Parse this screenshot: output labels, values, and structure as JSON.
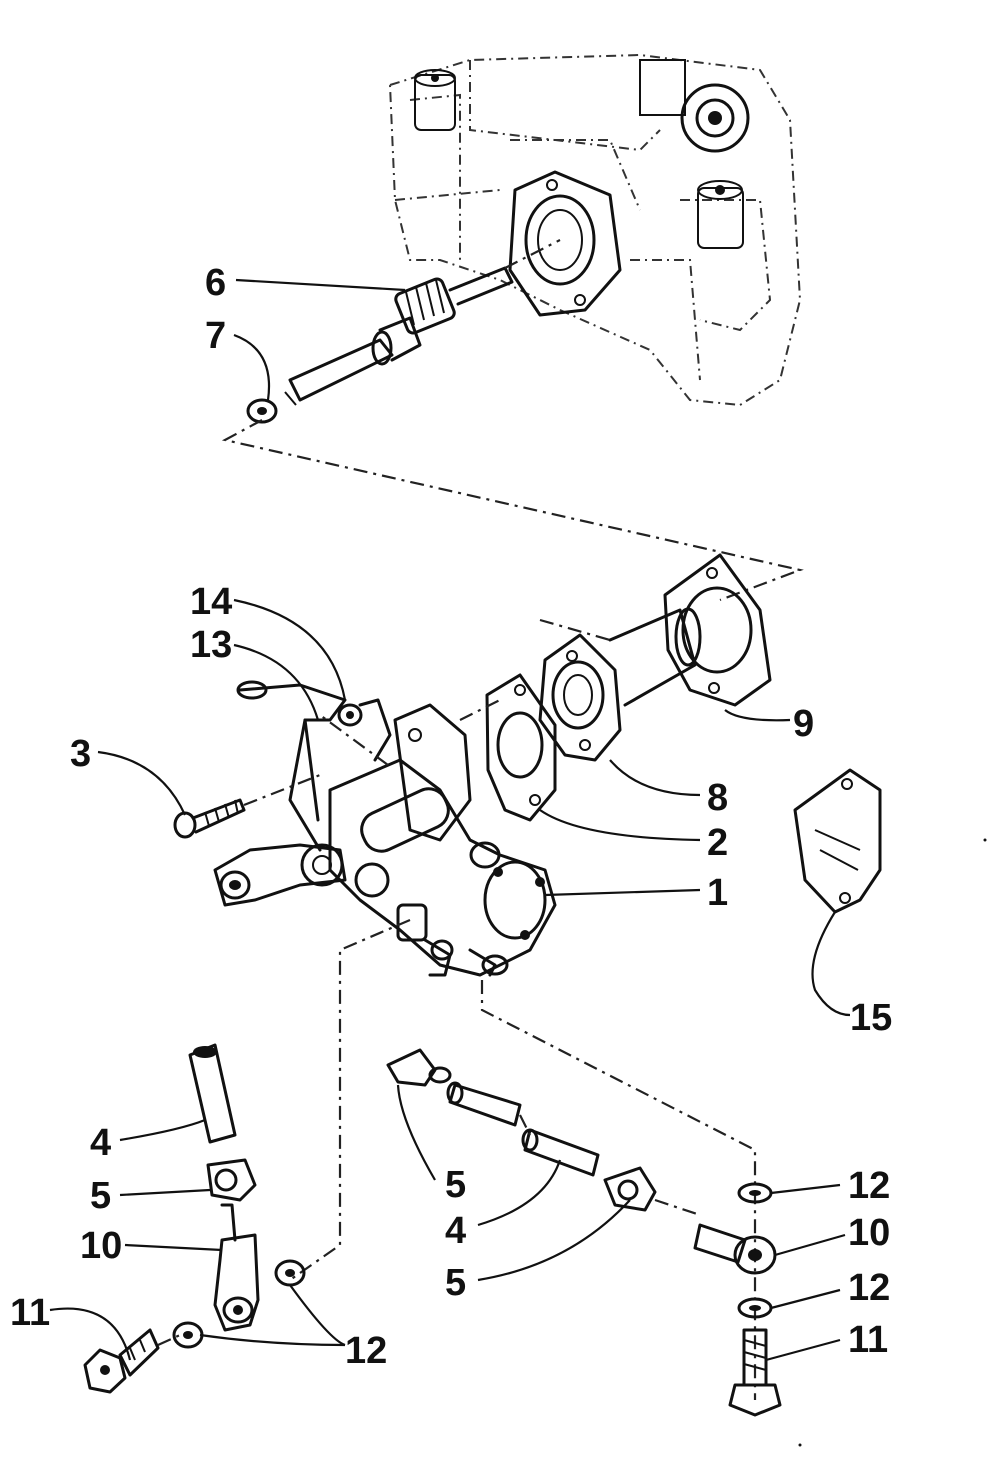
{
  "diagram": {
    "callouts": [
      {
        "id": "6",
        "text": "6"
      },
      {
        "id": "7",
        "text": "7"
      },
      {
        "id": "14",
        "text": "14"
      },
      {
        "id": "13",
        "text": "13"
      },
      {
        "id": "3",
        "text": "3"
      },
      {
        "id": "9",
        "text": "9"
      },
      {
        "id": "8",
        "text": "8"
      },
      {
        "id": "2",
        "text": "2"
      },
      {
        "id": "1",
        "text": "1"
      },
      {
        "id": "15",
        "text": "15"
      },
      {
        "id": "4a",
        "text": "4"
      },
      {
        "id": "5a",
        "text": "5"
      },
      {
        "id": "10a",
        "text": "10"
      },
      {
        "id": "11a",
        "text": "11"
      },
      {
        "id": "12a",
        "text": "12"
      },
      {
        "id": "5b",
        "text": "5"
      },
      {
        "id": "4b",
        "text": "4"
      },
      {
        "id": "5c",
        "text": "5"
      },
      {
        "id": "12b",
        "text": "12"
      },
      {
        "id": "10b",
        "text": "10"
      },
      {
        "id": "12c",
        "text": "12"
      },
      {
        "id": "11b",
        "text": "11"
      }
    ]
  }
}
